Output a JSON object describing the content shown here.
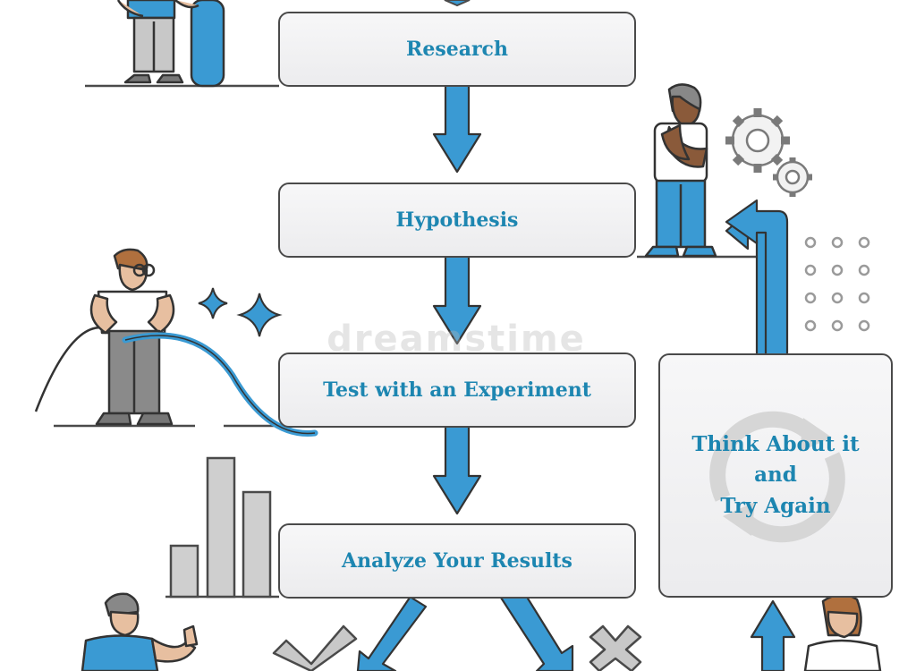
{
  "steps": {
    "research": "Research",
    "hypothesis": "Hypothesis",
    "experiment": "Test with an Experiment",
    "analyze": "Analyze Your Results",
    "think_line1": "Think About it",
    "think_line2": "and",
    "think_line3": "Try Again"
  },
  "watermark": "dreamstime",
  "colors": {
    "accent_blue": "#3a9ad3",
    "text_blue": "#1d86b1",
    "outline": "#4a4a4a",
    "box_fill": "#ededee",
    "gray_bar": "#c8c8c8"
  },
  "icons": [
    "check-icon",
    "x-icon",
    "gears-icon",
    "refresh-icon",
    "sparkle-icon"
  ]
}
